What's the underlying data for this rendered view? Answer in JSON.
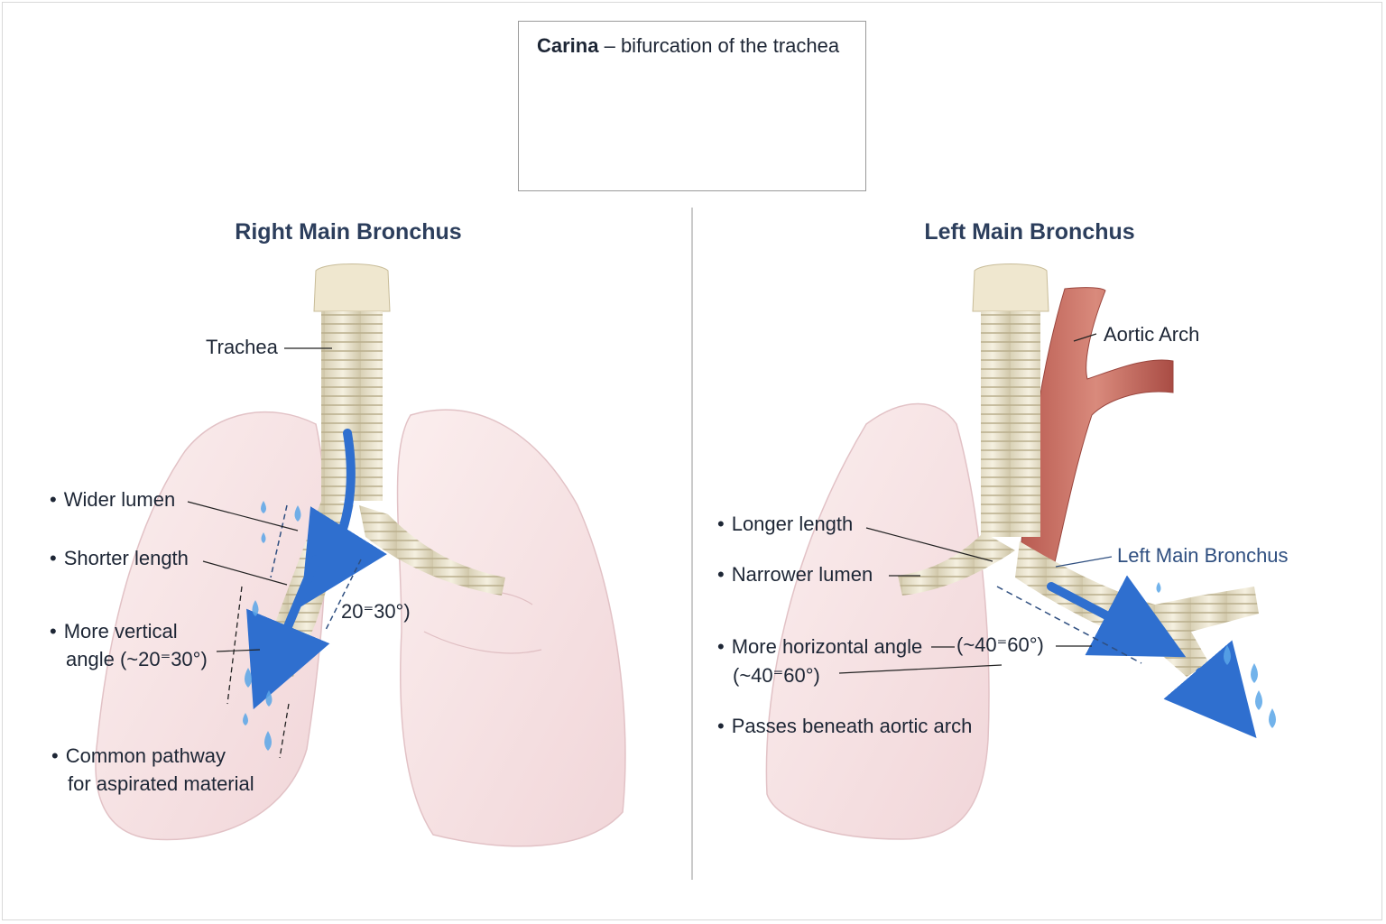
{
  "carina": {
    "term": "Carina",
    "rest": " – bifurcation of the trachea"
  },
  "right": {
    "title": "Right Main Bronchus",
    "trachea_label": "Trachea",
    "b1": "Wider lumen",
    "b2": "Shorter length",
    "b3a": "More vertical",
    "b3b": "angle (~20⁼30°)",
    "b4a": "Common pathway",
    "b4b": "for aspirated material",
    "angle_label": "20⁼30°)"
  },
  "left": {
    "title": "Left Main Bronchus",
    "aortic_label": "Aortic Arch",
    "bronchus_label": "Left Main Bronchus",
    "b1": "Longer length",
    "b2": "Narrower lumen",
    "b3": "More horizontal angle",
    "b3_angle": "(~40⁼60°)",
    "b3b": "(~40⁼60°)",
    "b4": "Passes beneath aortic arch"
  },
  "colors": {
    "title": "#2c3e5c",
    "arrow": "#2f6fcf",
    "lung": "#f6e1e3",
    "trachea": "#ece6d2",
    "aorta": "#c86a5e"
  }
}
